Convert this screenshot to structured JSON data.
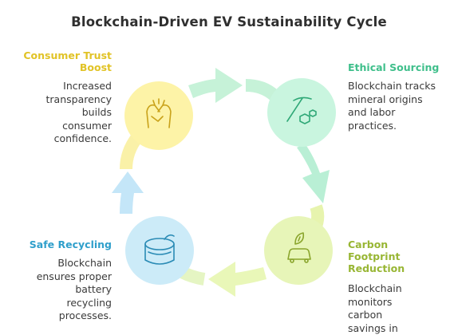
{
  "title": "Blockchain-Driven EV Sustainability Cycle",
  "stages": {
    "consumer_trust": {
      "label": "Consumer Trust Boost",
      "description": "Increased transparency builds consumer confidence.",
      "icon": "handshake-icon",
      "color": "#fdf3a7"
    },
    "ethical_sourcing": {
      "label": "Ethical Sourcing",
      "description": "Blockchain tracks mineral origins and labor practices.",
      "icon": "pickaxe-icon",
      "color": "#c9f5df"
    },
    "carbon_reduction": {
      "label": "Carbon Footprint Reduction",
      "description": "Blockchain monitors carbon savings in",
      "icon": "eco-car-icon",
      "color": "#e7f5b8"
    },
    "safe_recycling": {
      "label": "Safe Recycling",
      "description": "Blockchain ensures proper battery recycling processes.",
      "icon": "tin-can-icon",
      "color": "#ccebf8"
    }
  }
}
